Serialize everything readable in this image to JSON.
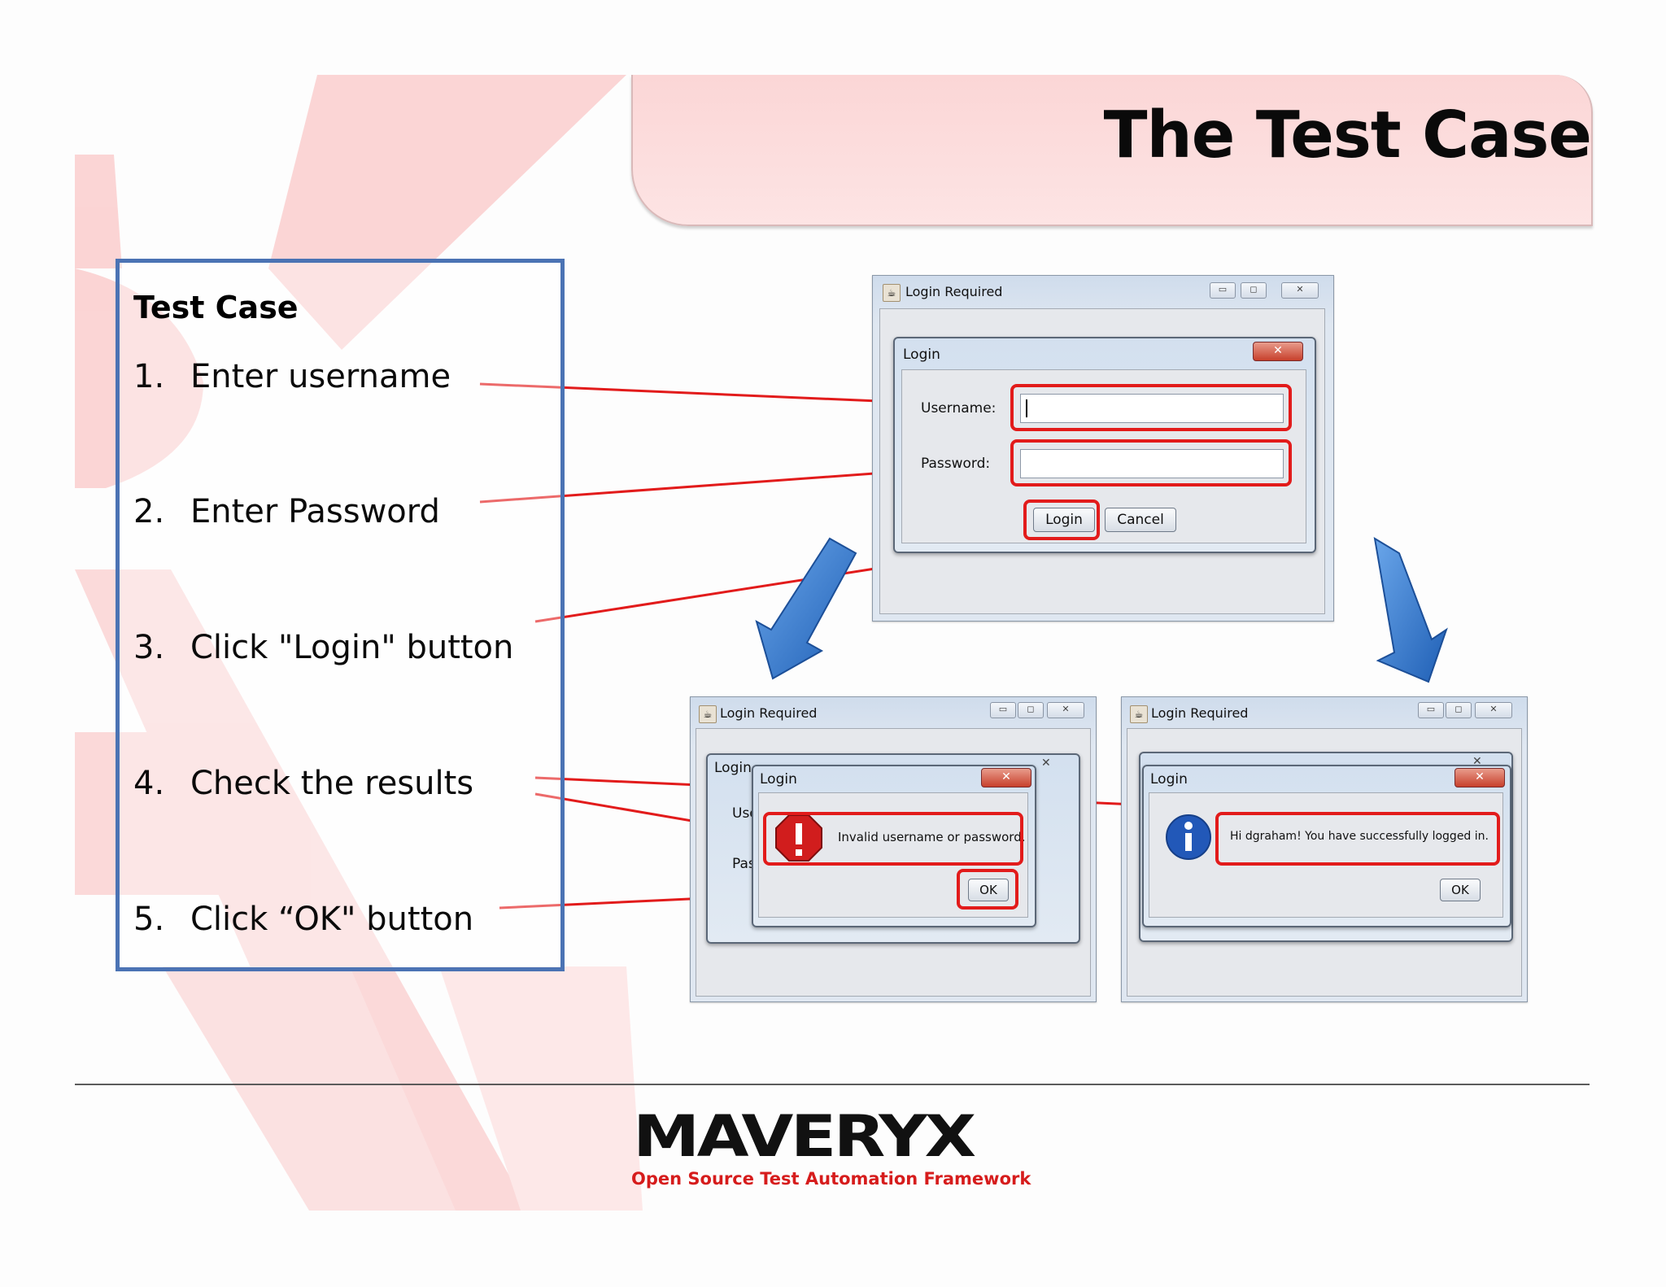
{
  "slide": {
    "title": "The Test Case"
  },
  "test_case": {
    "heading": "Test Case",
    "steps": [
      {
        "num": "1.",
        "text": "Enter username"
      },
      {
        "num": "2.",
        "text": "Enter Password"
      },
      {
        "num": "3.",
        "text": "Click \"Login\" button"
      },
      {
        "num": "4.",
        "text": "Check the results"
      },
      {
        "num": "5.",
        "text": "Click “OK\" button"
      }
    ]
  },
  "login_window": {
    "title": "Login Required",
    "dialog_title": "Login",
    "username_label": "Username:",
    "password_label": "Password:",
    "login_button": "Login",
    "cancel_button": "Cancel"
  },
  "error_window": {
    "title": "Login Required",
    "back_dialog_title": "Login",
    "back_user_label": "Use",
    "back_pass_label": "Pas",
    "dialog_title": "Login",
    "message": "Invalid username or password.",
    "ok_button": "OK"
  },
  "success_window": {
    "title": "Login Required",
    "dialog_title": "Login",
    "message": "Hi dgraham! You have successfully logged in.",
    "ok_button": "OK"
  },
  "footer": {
    "logo": "MAVERYX",
    "tagline": "Open Source Test Automation Framework"
  },
  "colors": {
    "accent_red": "#e21b1b",
    "panel_border": "#4b73b4",
    "banner_pink": "#fbd6d6",
    "arrow_blue": "#2f6fc4"
  },
  "icons": [
    "java-cup-icon",
    "minimize-icon",
    "maximize-icon",
    "close-icon",
    "error-icon",
    "info-icon",
    "down-arrow-icon"
  ]
}
